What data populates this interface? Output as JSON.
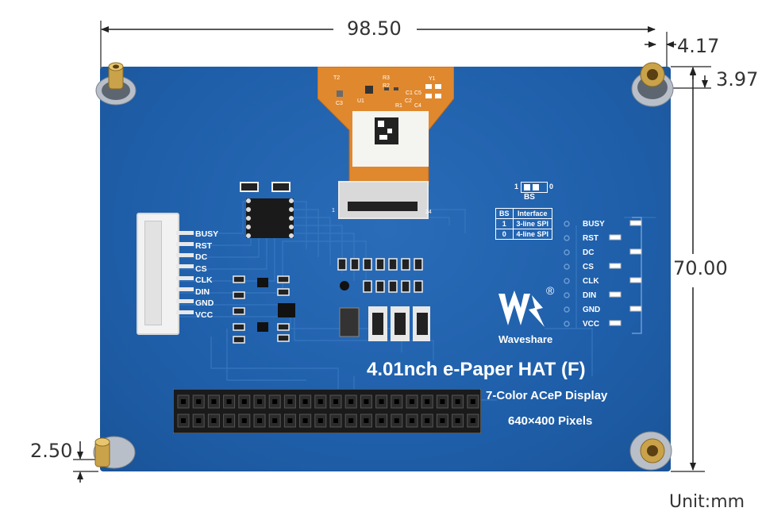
{
  "dimensions": {
    "width": "98.50",
    "right_offset": "4.17",
    "top_offset": "3.97",
    "height": "70.00",
    "bottom_offset": "2.50",
    "unit": "Unit:mm"
  },
  "board": {
    "title": "4.01nch e-Paper HAT (F)",
    "subtitle": "7-Color ACeP Display",
    "resolution": "640×400 Pixels",
    "brand": "Waveshare",
    "registered": "®",
    "bs_switch": {
      "label": "BS",
      "left": "1",
      "right": "0"
    },
    "bs_table": {
      "headers": [
        "BS",
        "Interface"
      ],
      "rows": [
        [
          "1",
          "3-line SPI"
        ],
        [
          "0",
          "4-line SPI"
        ]
      ]
    },
    "left_pins": [
      "BUSY",
      "RST",
      "DC",
      "CS",
      "CLK",
      "DIN",
      "GND",
      "VCC"
    ],
    "right_pins": [
      "BUSY",
      "RST",
      "DC",
      "CS",
      "CLK",
      "DIN",
      "GND",
      "VCC"
    ],
    "connector_marks": {
      "left": "1",
      "right": "24"
    },
    "fpc_labels": [
      "T2",
      "R3",
      "Y1",
      "U1",
      "R2",
      "C1",
      "C5",
      "C2",
      "C3",
      "R1",
      "C4"
    ]
  },
  "colors": {
    "board_blue": "#1f5faa",
    "board_dark": "#174f91",
    "fpc_orange": "#e0882e",
    "gold": "#c99a3a",
    "dim_line": "#222222"
  }
}
